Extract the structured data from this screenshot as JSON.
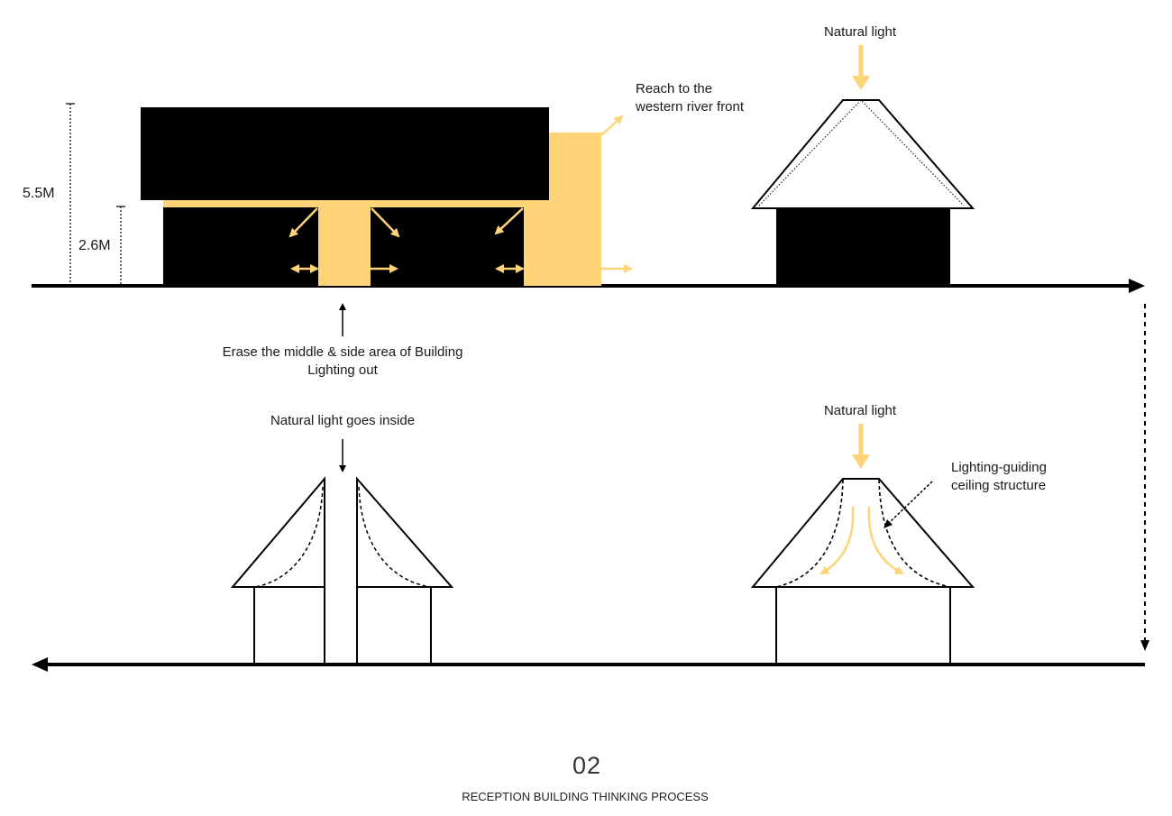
{
  "colors": {
    "accent": "#FFD479",
    "ink": "#000000"
  },
  "top_row": {
    "dimensions": {
      "total_height": "5.5M",
      "lower_height": "2.6M"
    },
    "notes": {
      "river_front": [
        "Reach to the",
        "western river front"
      ],
      "erase": [
        "Erase the middle & side area of Building",
        "Lighting out"
      ],
      "natural_light": "Natural light"
    }
  },
  "bottom_row": {
    "notes": {
      "light_inside": "Natural light goes inside",
      "natural_light": "Natural light",
      "ceiling": [
        "Lighting-guiding",
        "ceiling structure"
      ]
    }
  },
  "footer": {
    "number": "02",
    "title": "RECEPTION BUILDING THINKING PROCESS"
  }
}
